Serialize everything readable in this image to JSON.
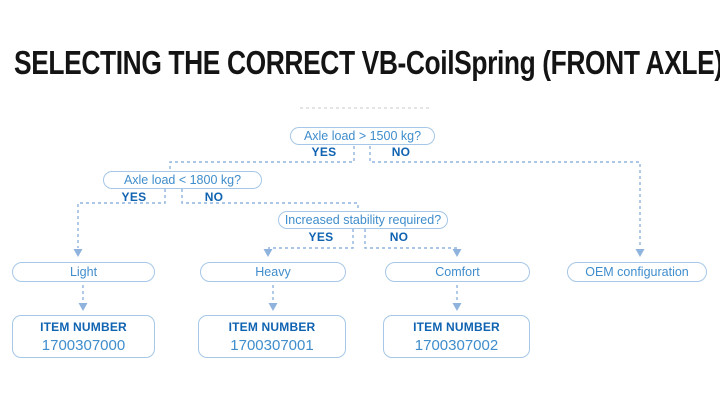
{
  "title": "SELECTING THE CORRECT VB-CoilSpring (FRONT AXLE)",
  "flowchart": {
    "decisions": [
      {
        "question": "Axle load > 1500 kg?",
        "yes_label": "YES",
        "no_label": "NO"
      },
      {
        "question": "Axle load < 1800 kg?",
        "yes_label": "YES",
        "no_label": "NO"
      },
      {
        "question": "Increased stability required?",
        "yes_label": "YES",
        "no_label": "NO"
      }
    ],
    "outcomes": [
      {
        "label": "Light",
        "item_number_label": "ITEM NUMBER",
        "item_number": "1700307000"
      },
      {
        "label": "Heavy",
        "item_number_label": "ITEM NUMBER",
        "item_number": "1700307001"
      },
      {
        "label": "Comfort",
        "item_number_label": "ITEM NUMBER",
        "item_number": "1700307002"
      },
      {
        "label": "OEM configuration"
      }
    ],
    "colors": {
      "box_border": "#a6c7e7",
      "question_text": "#3f8dcc",
      "yes_no_text": "#1063b1",
      "item_label_text": "#1063b1",
      "item_value_text": "#3f8dcc",
      "connector_line": "#8fb3dd",
      "title_text": "#141414"
    }
  }
}
